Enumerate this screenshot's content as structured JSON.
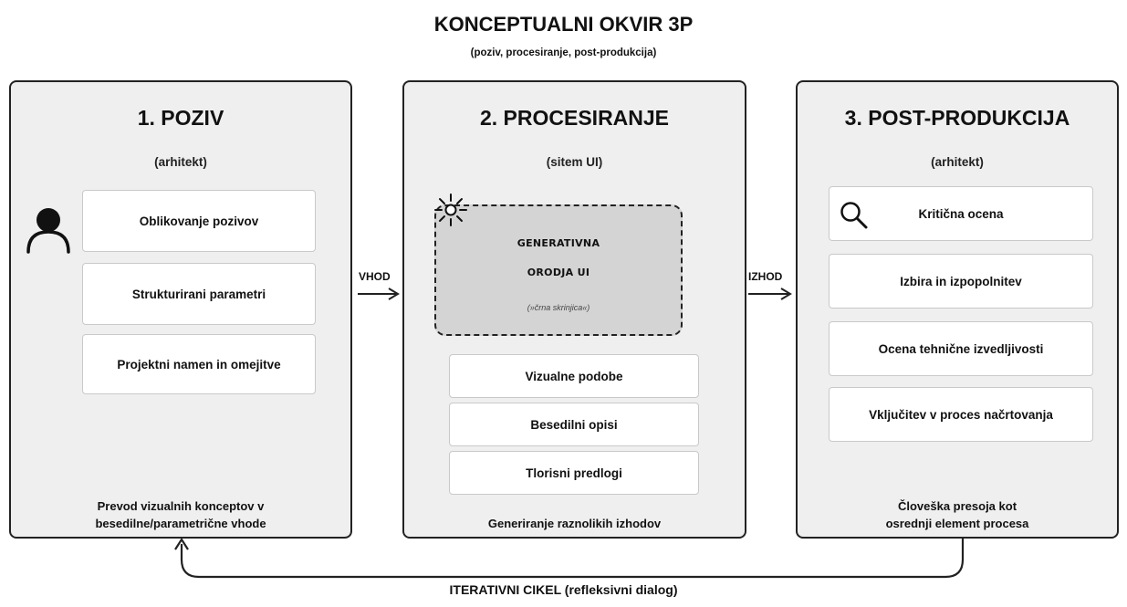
{
  "header": {
    "title": "KONCEPTUALNI OKVIR 3P",
    "subtitle": "(poziv, procesiranje, post-produkcija)"
  },
  "panels": [
    {
      "title": "1.  POZIV",
      "subtitle": "(arhitekt)",
      "icon": "person-icon",
      "items": [
        "Oblikovanje pozivov",
        "Strukturirani parametri",
        "Projektni namen in omejitve"
      ],
      "footer": [
        "Prevod vizualnih konceptov v",
        "besedilne/parametrične vhode"
      ]
    },
    {
      "title": "2. PROCESIRANJE",
      "subtitle": "(sitem UI)",
      "icon": "sun-icon",
      "black_box": {
        "line1": "GENERATIVNA",
        "line2": "ORODJA UI",
        "note": "(»črna skrinjica«)"
      },
      "items": [
        "Vizualne podobe",
        "Besedilni opisi",
        "Tlorisni predlogi"
      ],
      "footer": [
        "Generiranje raznolikih izhodov"
      ]
    },
    {
      "title": "3. POST-PRODUKCIJA",
      "subtitle": "(arhitekt)",
      "icon": "search-icon",
      "items": [
        "Kritična ocena",
        "Izbira in izpopolnitev",
        "Ocena tehnične izvedljivosti",
        "Vključitev v proces načrtovanja"
      ],
      "footer": [
        "Človeška presoja kot",
        "osrednji element procesa"
      ]
    }
  ],
  "arrows": {
    "input_label": "VHOD",
    "output_label": "IZHOD"
  },
  "cycle": {
    "label": "ITERATIVNI CIKEL (refleksivni dialog)"
  }
}
